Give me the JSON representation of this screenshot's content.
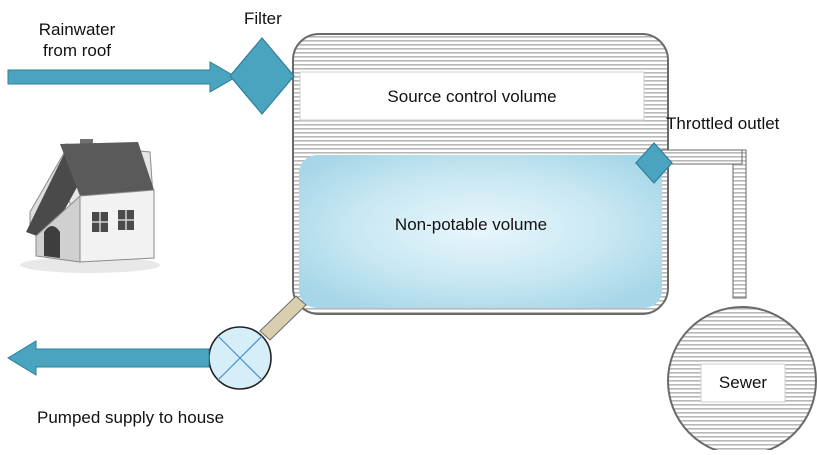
{
  "labels": {
    "rainwater_line1": "Rainwater",
    "rainwater_line2": "from roof",
    "filter": "Filter",
    "source_control_volume": "Source control volume",
    "throttled_outlet": "Throttled outlet",
    "non_potable_volume": "Non-potable volume",
    "pumped_supply": "Pumped supply to house",
    "sewer": "Sewer"
  },
  "colors": {
    "arrow": "#4aa3bf",
    "arrow_stroke": "#2e7f99",
    "tank_outline": "#6a6a6a",
    "stripes": "#b8b8b8",
    "water_light": "#e9f6fb",
    "water_mid": "#bfe3f0",
    "water_dark": "#a6d6e8",
    "pipe_fill": "#d9cfae",
    "pump_fill": "#d6eef8",
    "pump_cross": "#4a8fd6"
  },
  "icons": [
    "house-icon",
    "filter-icon",
    "outlet-valve-icon",
    "pump-icon"
  ]
}
